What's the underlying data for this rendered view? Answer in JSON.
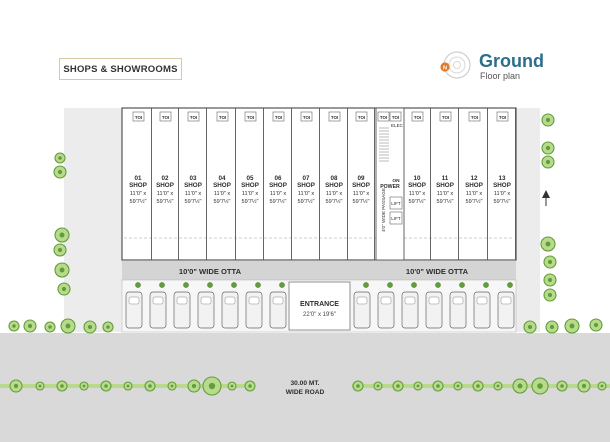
{
  "heading": {
    "label": "SHOPS & SHOWROOMS"
  },
  "brand": {
    "title": "Ground",
    "subtitle": "Floor plan",
    "logo_letter": "N",
    "title_color": "#2b6f8a",
    "accent_color": "#e07b2b"
  },
  "toilet_label": "TOI",
  "shop_word": "SHOP",
  "shops": [
    {
      "num": "01",
      "size1": "11'0\" x",
      "size2": "59'7½\""
    },
    {
      "num": "02",
      "size1": "11'0\" x",
      "size2": "59'7½\""
    },
    {
      "num": "03",
      "size1": "11'0\" x",
      "size2": "59'7½\""
    },
    {
      "num": "04",
      "size1": "11'0\" x",
      "size2": "59'7½\""
    },
    {
      "num": "05",
      "size1": "11'0\" x",
      "size2": "59'7½\""
    },
    {
      "num": "06",
      "size1": "11'0\" x",
      "size2": "59'7½\""
    },
    {
      "num": "07",
      "size1": "11'0\" x",
      "size2": "59'7½\""
    },
    {
      "num": "08",
      "size1": "11'0\" x",
      "size2": "59'7½\""
    },
    {
      "num": "09",
      "size1": "11'0\" x",
      "size2": "59'7½\""
    },
    {
      "num": "10",
      "size1": "11'0\" x",
      "size2": "59'7½\""
    },
    {
      "num": "11",
      "size1": "11'0\" x",
      "size2": "59'7½\""
    },
    {
      "num": "12",
      "size1": "11'0\" x",
      "size2": "59'7½\""
    },
    {
      "num": "13",
      "size1": "11'0\" x",
      "size2": "59'7½\""
    }
  ],
  "core": {
    "elec": "ELEC",
    "power": "POWER",
    "on": "ON",
    "lift": "LIFT",
    "passage": "4'0\" WIDE PASSAGE"
  },
  "otta": {
    "left": "10'0\" WIDE OTTA",
    "right": "10'0\" WIDE OTTA"
  },
  "entrance": {
    "title": "ENTRANCE",
    "size": "22'0\" x 19'6\""
  },
  "road": {
    "line1": "30.00 MT.",
    "line2": "WIDE ROAD"
  },
  "colors": {
    "road": "#d9d9d9",
    "otta": "#d4d4d4",
    "car": "#f2f2f2",
    "tree_dark": "#5f9e3a",
    "tree_light": "#b9d98c",
    "setback": "#ececec"
  }
}
